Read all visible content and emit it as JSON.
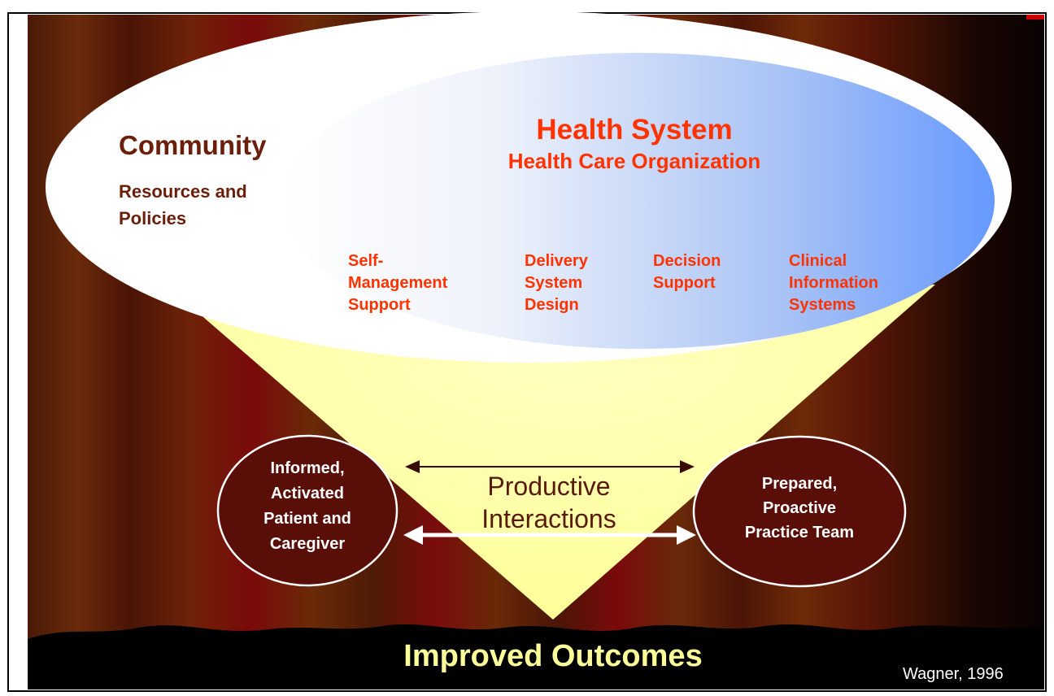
{
  "community": {
    "title": "Community",
    "subtitle_line1": "Resources and",
    "subtitle_line2": "Policies"
  },
  "health_system": {
    "title": "Health System",
    "subtitle": "Health Care Organization",
    "components": [
      {
        "lines": [
          "Self-",
          "Management",
          "Support"
        ]
      },
      {
        "lines": [
          "Delivery",
          "System",
          "Design"
        ]
      },
      {
        "lines": [
          "Decision",
          "Support"
        ]
      },
      {
        "lines": [
          "Clinical",
          "Information",
          "Systems"
        ]
      }
    ]
  },
  "patient": {
    "lines": [
      "Informed,",
      "Activated",
      "Patient and",
      "Caregiver"
    ]
  },
  "team": {
    "lines": [
      "Prepared,",
      "Proactive",
      "Practice Team"
    ]
  },
  "interactions": {
    "line1": "Productive",
    "line2": "Interactions"
  },
  "outcome": "Improved Outcomes",
  "citation": "Wagner, 1996",
  "colors": {
    "community_text": "#6b1e0a",
    "health_text": "#ff3300",
    "white_text": "#ffffff",
    "light_cone": "#ffff99",
    "curtain_dark": "#3a1206",
    "curtain_red": "#7a0a0a",
    "health_gradient_end": "#6699ff"
  }
}
